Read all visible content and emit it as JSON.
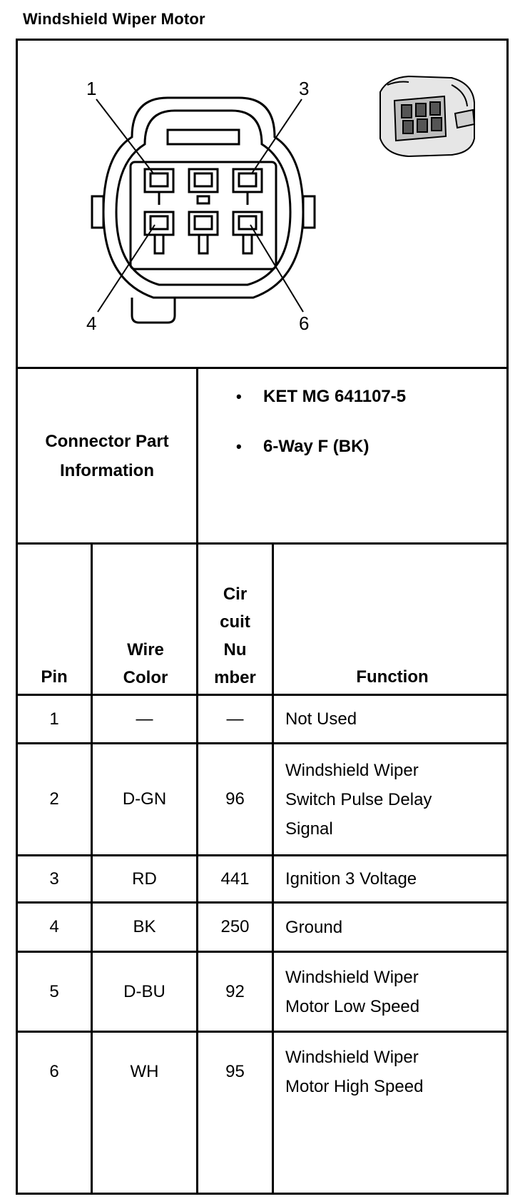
{
  "title": "Windshield Wiper Motor",
  "diagram": {
    "pin_labels": [
      "1",
      "3",
      "4",
      "6"
    ],
    "icons": [
      "connector-face-drawing",
      "connector-3d-view"
    ]
  },
  "part_info": {
    "label_line1": "Connector Part",
    "label_line2": "Information",
    "items": [
      "KET MG 641107-5",
      "6-Way F (BK)"
    ]
  },
  "table": {
    "headers": {
      "pin": "Pin",
      "wire_color": [
        "Wire",
        "Color"
      ],
      "circuit": [
        "Cir",
        "cuit",
        "Nu",
        "mber"
      ],
      "function": "Function"
    },
    "rows": [
      {
        "pin": "1",
        "color": "—",
        "circuit": "—",
        "function": [
          "Not Used"
        ]
      },
      {
        "pin": "2",
        "color": "D-GN",
        "circuit": "96",
        "function": [
          "Windshield Wiper",
          "Switch Pulse Delay",
          "Signal"
        ]
      },
      {
        "pin": "3",
        "color": "RD",
        "circuit": "441",
        "function": [
          "Ignition 3 Voltage"
        ]
      },
      {
        "pin": "4",
        "color": "BK",
        "circuit": "250",
        "function": [
          "Ground"
        ]
      },
      {
        "pin": "5",
        "color": "D-BU",
        "circuit": "92",
        "function": [
          "Windshield Wiper",
          "Motor Low Speed"
        ]
      },
      {
        "pin": "6",
        "color": "WH",
        "circuit": "95",
        "function": [
          "Windshield Wiper",
          "Motor High Speed"
        ]
      }
    ]
  }
}
